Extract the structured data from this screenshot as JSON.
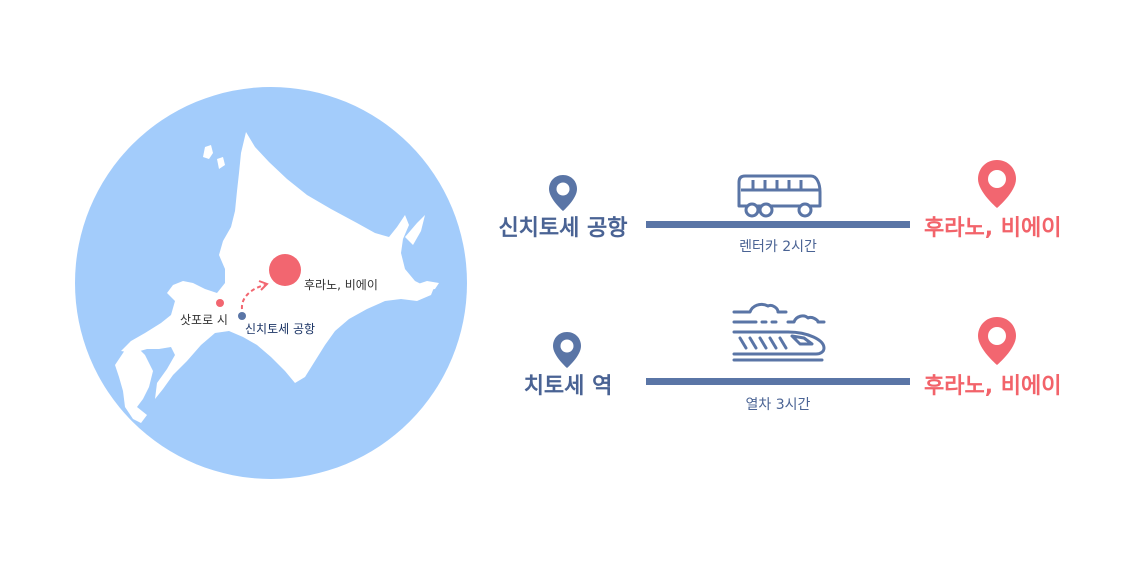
{
  "map": {
    "labels": {
      "furano_biei": "후라노, 비에이",
      "sapporo": "삿포로 시",
      "airport": "신치토세 공항"
    },
    "colors": {
      "sea": "#a3ccfb",
      "land": "#ffffff",
      "destination": "#f26670",
      "origin_dot": "#5a75a6"
    }
  },
  "routes": [
    {
      "origin": "신치토세 공항",
      "destination": "후라노, 비에이",
      "mode_icon": "bus-icon",
      "caption": "렌터카 2시간"
    },
    {
      "origin": "치토세 역",
      "destination": "후라노, 비에이",
      "mode_icon": "train-icon",
      "caption": "열차 3시간"
    }
  ],
  "colors": {
    "origin_pin": "#5a75a6",
    "destination_pin": "#f26670",
    "line": "#5a75a6"
  }
}
